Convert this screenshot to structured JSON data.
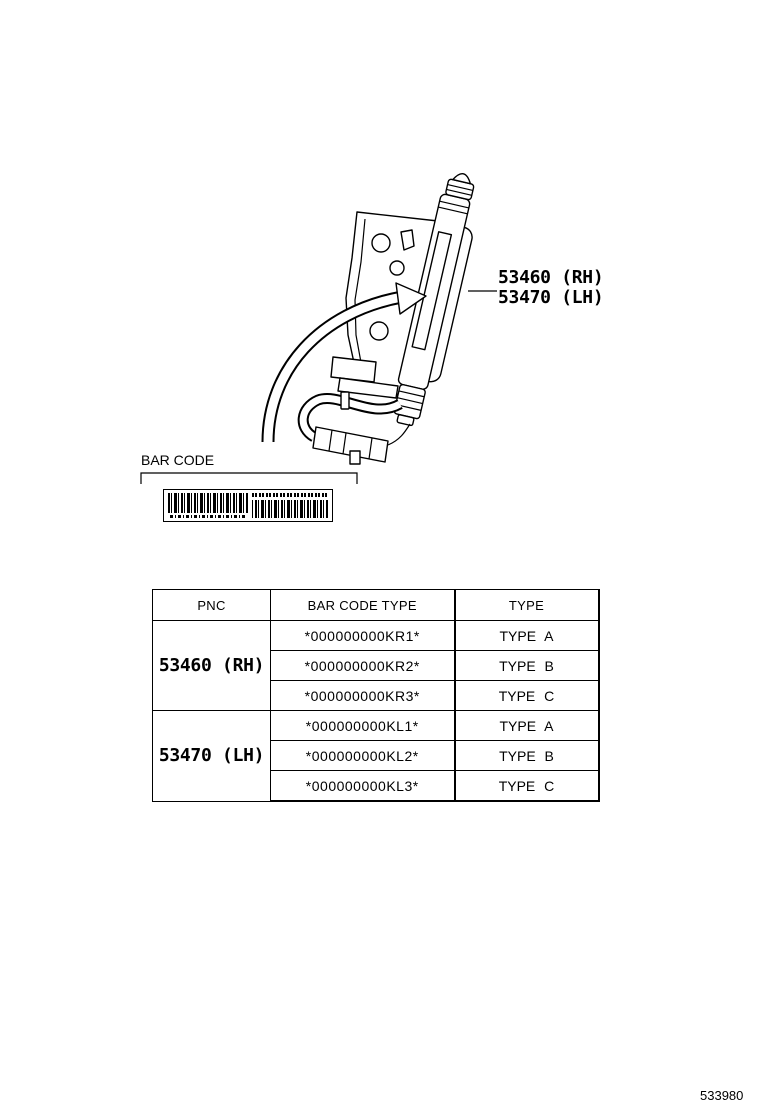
{
  "callouts": {
    "rh": "53460 (RH)",
    "lh": "53470 (LH)"
  },
  "bar_code_label": "BAR CODE",
  "table": {
    "headers": {
      "pnc": "PNC",
      "bar_code_type": "BAR CODE TYPE",
      "type": "TYPE"
    },
    "groups": [
      {
        "pnc": "53460 (RH)",
        "rows": [
          {
            "bar_code_type": "*000000000KR1*",
            "type": "TYPE A"
          },
          {
            "bar_code_type": "*000000000KR2*",
            "type": "TYPE B"
          },
          {
            "bar_code_type": "*000000000KR3*",
            "type": "TYPE C"
          }
        ]
      },
      {
        "pnc": "53470 (LH)",
        "rows": [
          {
            "bar_code_type": "*000000000KL1*",
            "type": "TYPE A"
          },
          {
            "bar_code_type": "*000000000KL2*",
            "type": "TYPE B"
          },
          {
            "bar_code_type": "*000000000KL3*",
            "type": "TYPE C"
          }
        ]
      }
    ]
  },
  "figure_number": "533980"
}
